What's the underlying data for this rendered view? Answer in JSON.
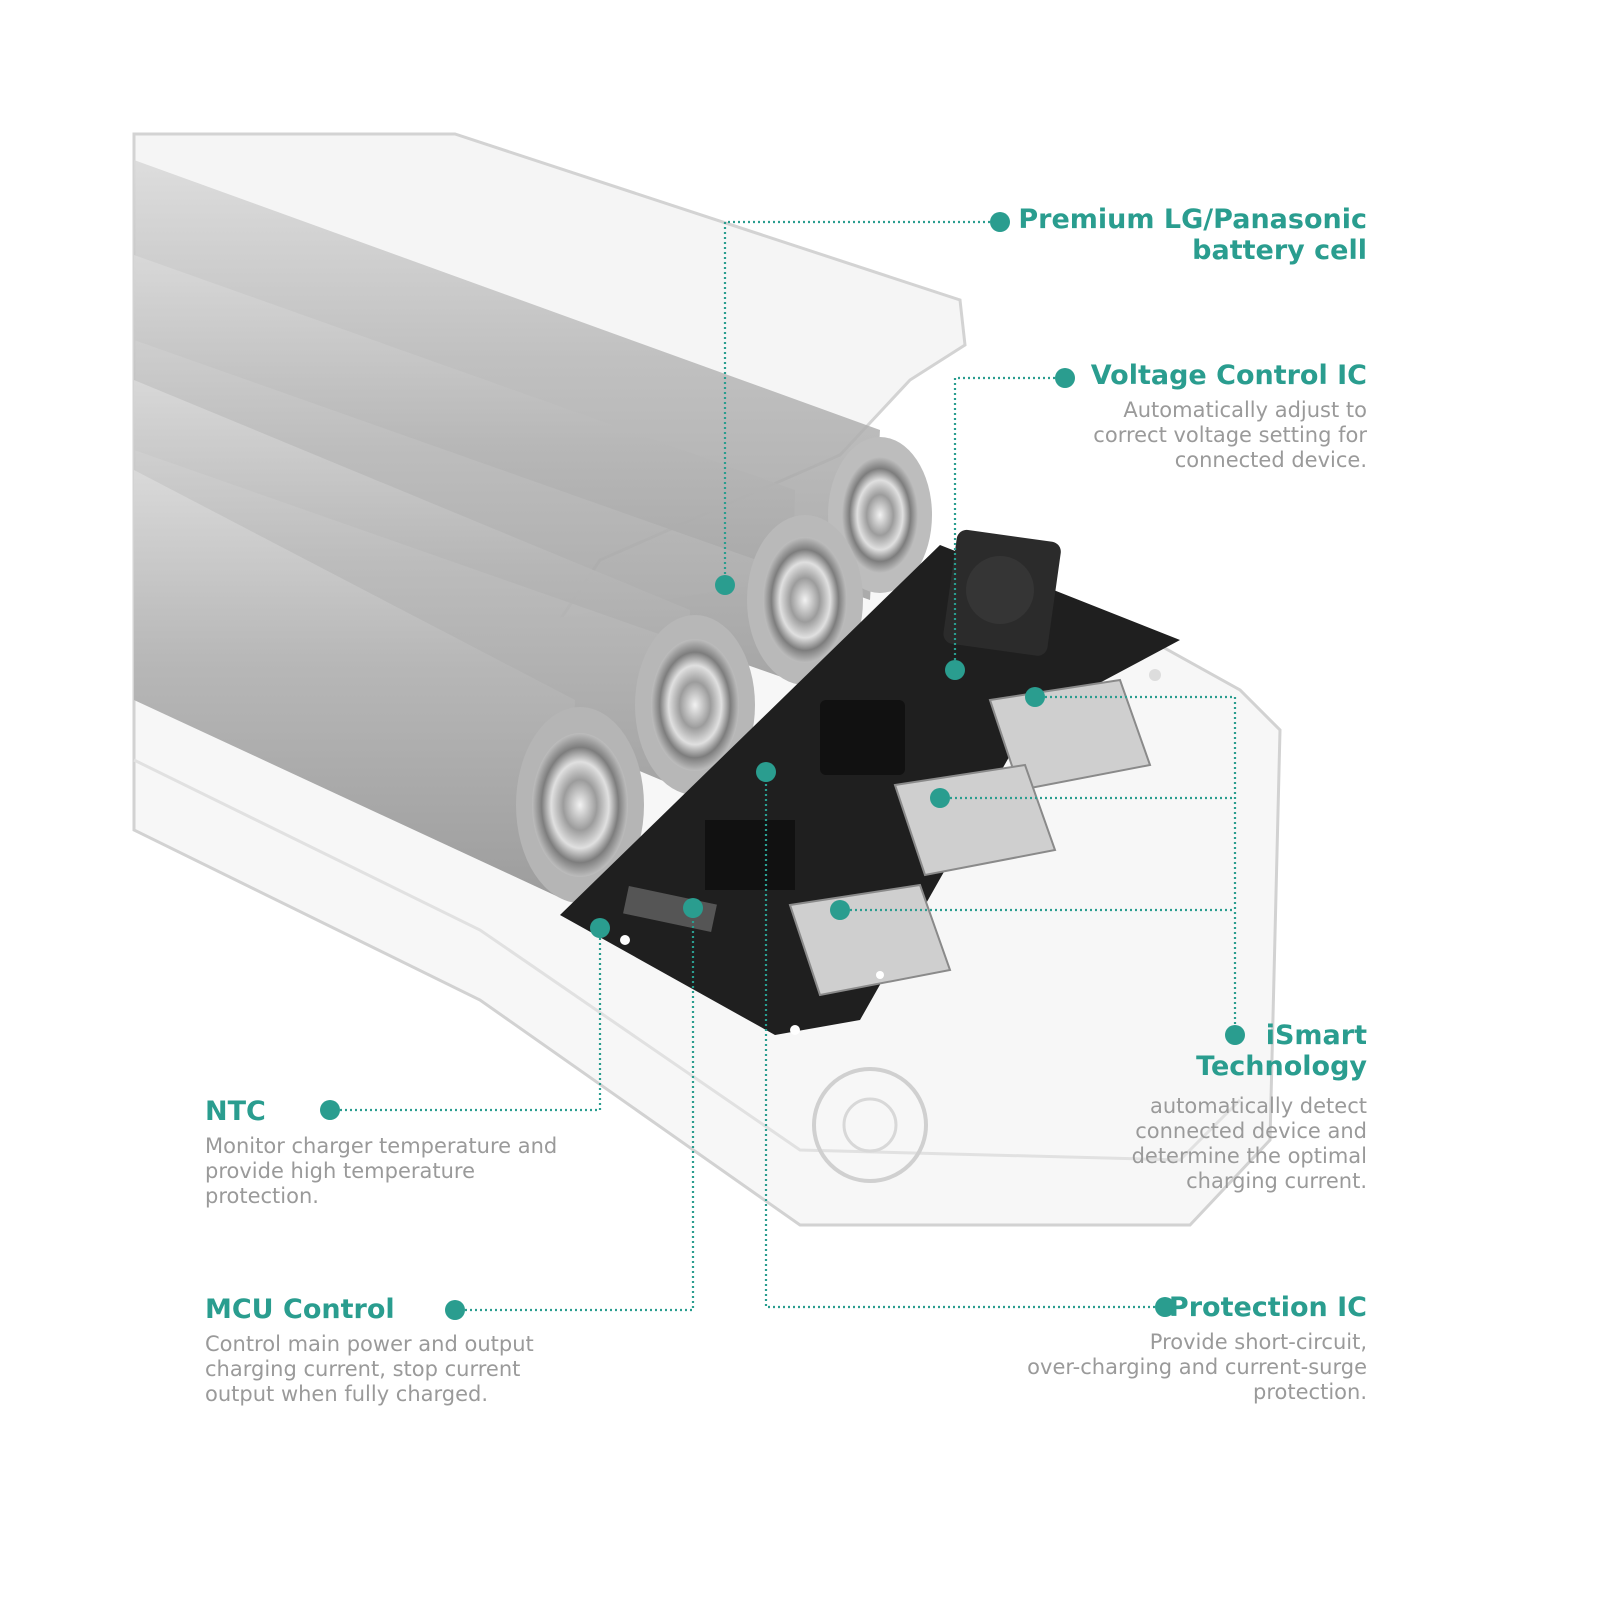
{
  "callouts": {
    "battery_cell": {
      "title": "Premium LG/Panasonic\nbattery cell"
    },
    "voltage_ic": {
      "title": "Voltage Control IC",
      "description": "Automatically adjust to\ncorrect voltage setting for\nconnected device."
    },
    "ismart": {
      "title": "iSmart\nTechnology",
      "description": "automatically detect\nconnected device and\ndetermine the optimal\ncharging current."
    },
    "protection_ic": {
      "title": "Protection IC",
      "description": "Provide short-circuit,\nover-charging and current-surge\nprotection."
    },
    "ntc": {
      "title": "NTC",
      "description": "Monitor charger temperature and\nprovide high temperature\nprotection."
    },
    "mcu": {
      "title": "MCU Control",
      "description": "Control main power and output\ncharging current, stop current\noutput when fully charged."
    }
  },
  "colors": {
    "accent": "#2a9d8f",
    "description_text": "#9a9a9a",
    "battery": "#b9b9b9",
    "pcb": "#1d1d1d"
  }
}
